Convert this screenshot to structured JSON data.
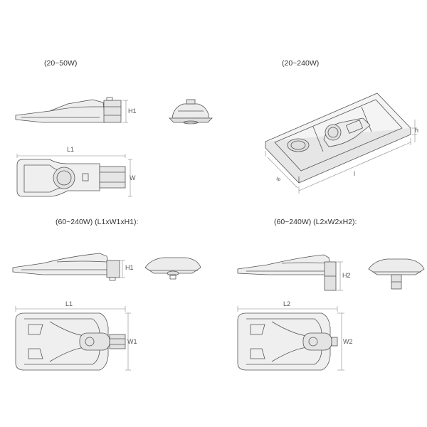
{
  "captions": {
    "top_left": "(20~50W)",
    "top_right": "(20~240W)",
    "mid_left": "(60~240W) (L1xW1xH1):",
    "mid_right": "(60~240W) (L2xW2xH2):"
  },
  "labels": {
    "h1_top": "H1",
    "l1_top": "L1",
    "w_top": "W",
    "box_h": "h",
    "box_w": "w",
    "box_l": "l",
    "h1_mid": "H1",
    "h2_mid": "H2",
    "l1_bottom": "L1",
    "w1_bottom": "W1",
    "l2_bottom": "L2",
    "w2_bottom": "W2"
  },
  "colors": {
    "line": "#555555",
    "fill": "#e9e9e9",
    "dim": "#777777"
  }
}
